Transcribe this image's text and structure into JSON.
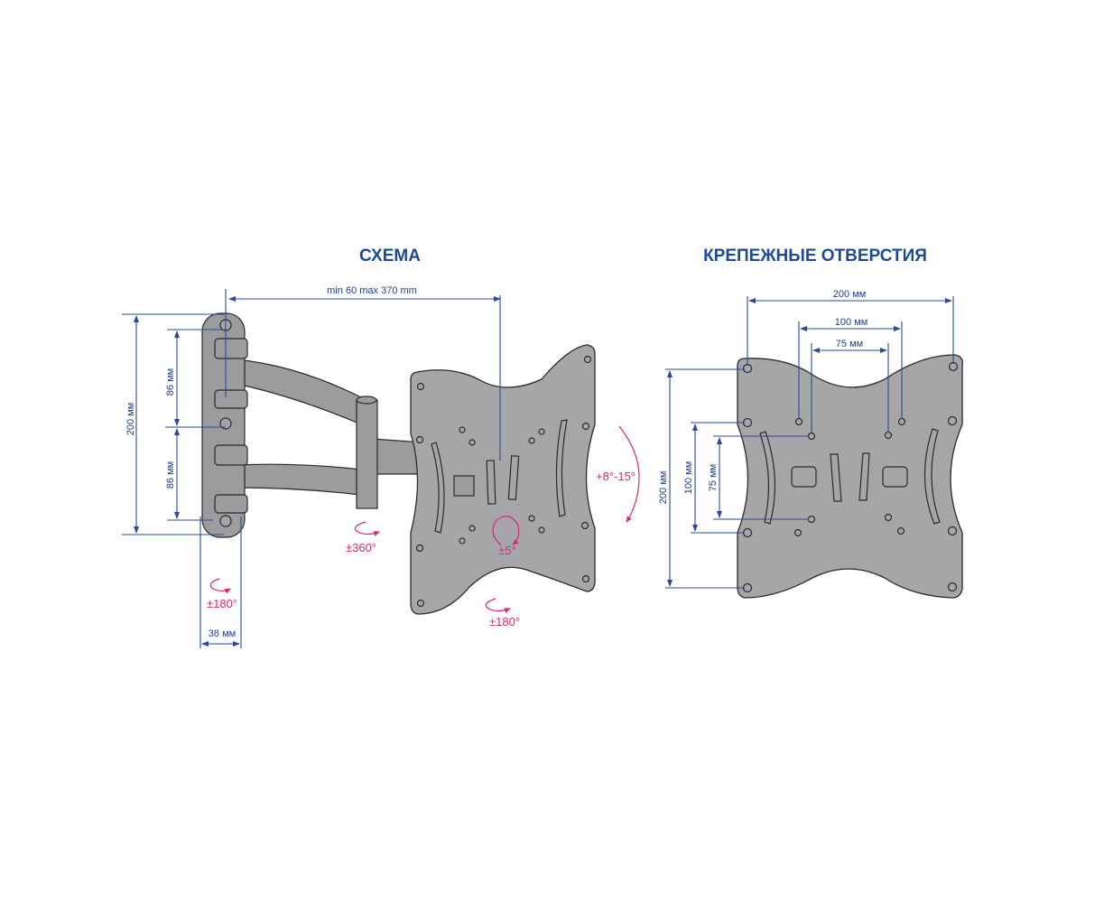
{
  "titles": {
    "scheme": "СХЕМА",
    "holes": "КРЕПЕЖНЫЕ ОТВЕРСТИЯ"
  },
  "scheme": {
    "reach": "min 60 max 370 mm",
    "height_total": "200 мм",
    "spacing_upper": "86 мм",
    "spacing_lower": "86 мм",
    "depth": "38 мм",
    "rot_wall": "±180°",
    "rot_arm": "±360°",
    "rot_level": "±5°",
    "rot_swivel": "±180°",
    "tilt": "+8°-15°"
  },
  "holes": {
    "width_200": "200 мм",
    "width_100": "100 мм",
    "width_75": "75 мм",
    "height_200": "200 мм",
    "height_100": "100 мм",
    "height_75": "75 мм"
  },
  "colors": {
    "dimension": "#2a4a96",
    "title": "#1d4a96",
    "rotation": "#d42a6e",
    "plate": "#a6a6a8"
  }
}
